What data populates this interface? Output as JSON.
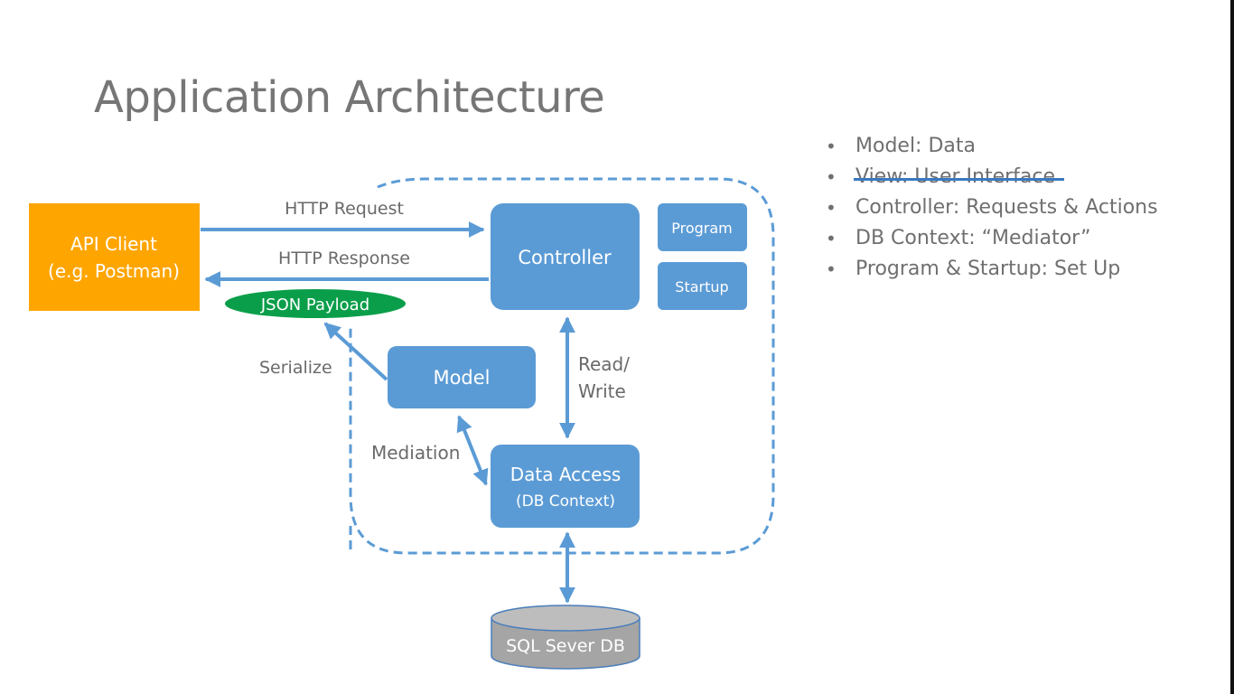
{
  "slide": {
    "title": "Application Architecture"
  },
  "bullets": [
    {
      "text": "Model: Data",
      "struck": false
    },
    {
      "text": "View: User Interface",
      "struck": true
    },
    {
      "text": "Controller: Requests & Actions",
      "struck": false
    },
    {
      "text": "DB Context: “Mediator”",
      "struck": false
    },
    {
      "text": "Program & Startup: Set Up",
      "struck": false
    }
  ],
  "diagram": {
    "api_client": {
      "line1": "API Client",
      "line2": "(e.g. Postman)"
    },
    "controller": "Controller",
    "program": "Program",
    "startup": "Startup",
    "model": "Model",
    "data_access": {
      "line1": "Data Access",
      "line2": "(DB Context)"
    },
    "database": "SQL Sever DB",
    "json_payload": "JSON Payload",
    "labels": {
      "http_request": "HTTP Request",
      "http_response": "HTTP Response",
      "serialize": "Serialize",
      "read_write_1": "Read/",
      "read_write_2": "Write",
      "mediation": "Mediation"
    }
  },
  "colors": {
    "blue_box": "#5b9bd5",
    "arrow_blue": "#5b9bd5",
    "orange": "#ffa500",
    "green": "#0a9e4a",
    "db_gray": "#a5a5a5",
    "text_gray": "#767676"
  }
}
